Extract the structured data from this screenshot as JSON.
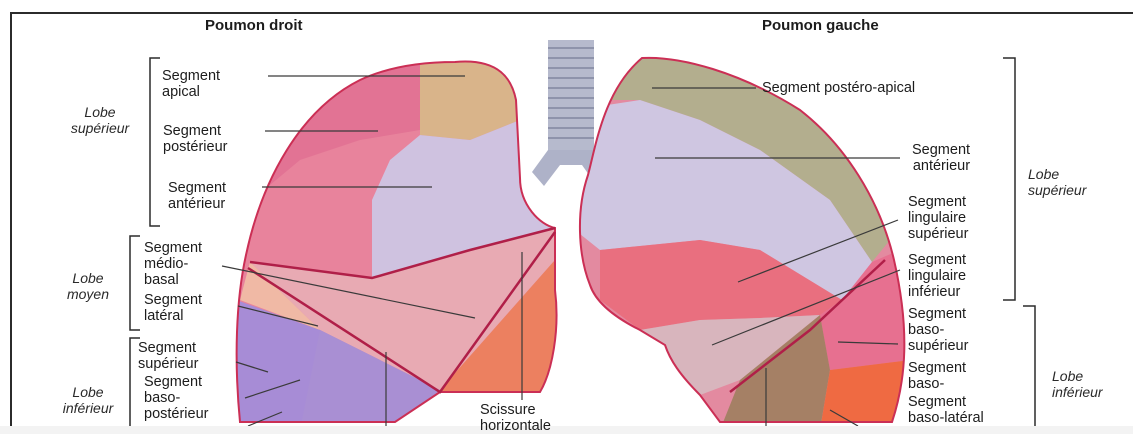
{
  "headers": {
    "right_lung": "Poumon droit",
    "left_lung": "Poumon gauche"
  },
  "right": {
    "lobes": {
      "superior": [
        "Lobe",
        "supérieur"
      ],
      "middle": [
        "Lobe",
        "moyen"
      ],
      "inferior": [
        "Lobe",
        "inférieur"
      ]
    },
    "labels": {
      "apical": [
        "Segment",
        "apical"
      ],
      "posterior": [
        "Segment",
        "postérieur"
      ],
      "anterior": [
        "Segment",
        "antérieur"
      ],
      "medio_basal": [
        "Segment",
        "médio-",
        "basal"
      ],
      "lateral": [
        "Segment",
        "latéral"
      ],
      "superior": [
        "Segment",
        "supérieur"
      ],
      "baso_posterior": [
        "Segment",
        "baso-",
        "postérieur"
      ]
    },
    "fissure": [
      "Scissure",
      "horizontale"
    ]
  },
  "left": {
    "lobes": {
      "superior": [
        "Lobe",
        "supérieur"
      ],
      "inferior": [
        "Lobe",
        "inférieur"
      ]
    },
    "labels": {
      "postero_apical": "Segment postéro-apical",
      "anterior": [
        "Segment",
        "antérieur"
      ],
      "lingular_sup": [
        "Segment",
        "lingulaire",
        "supérieur"
      ],
      "lingular_inf": [
        "Segment",
        "lingulaire",
        "inférieur"
      ],
      "baso_superior": [
        "Segment",
        "baso-",
        "supérieur"
      ],
      "baso": [
        "Segment",
        "baso-"
      ],
      "baso_lateral": [
        "Segment",
        "baso-latéral"
      ]
    }
  },
  "colors": {
    "apical": "#d9b48a",
    "posterior": "#e27394",
    "anterior_r": "#cfc2e0",
    "middle": "#e8aab3",
    "lateral": "#f0b9a5",
    "basal_orange": "#ec8060",
    "superior_inf": "#a78cd6",
    "baso_post": "#a98fd3",
    "postero_apical": "#b3ae8e",
    "anterior_l": "#cfc6e1",
    "lingular_sup": "#e96f7f",
    "lingular_inf": "#d8b5bd",
    "baso_sup_l": "#e77090",
    "baso_l": "#a58065",
    "baso_lat_l": "#ef6a42",
    "trachea": "#b8bcd2",
    "outline": "#cb2f55"
  }
}
